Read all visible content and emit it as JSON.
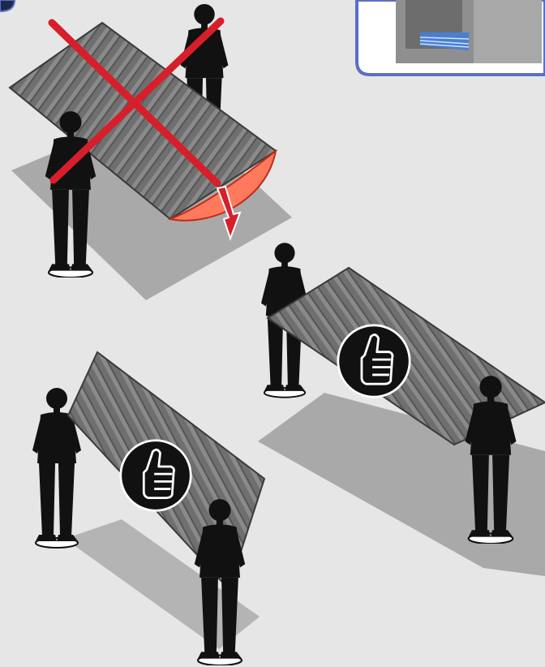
{
  "colors": {
    "background": "#e6e6e6",
    "shadow": "#a9a9a9",
    "sheet": "#6f6f6f",
    "person": "#111111",
    "cross": "#d61f2b",
    "bend_fill": "#ff7a5c",
    "inset_border": "#5a6fc4"
  },
  "panels": [
    {
      "name": "incorrect-flat-carry",
      "correct": false,
      "badge_icon": "red-x-cross"
    },
    {
      "name": "correct-tilted-carry",
      "correct": true,
      "badge_icon": "thumbs-up-icon"
    },
    {
      "name": "correct-vertical-carry",
      "correct": true,
      "badge_icon": "thumbs-up-icon"
    }
  ],
  "inset": {
    "icon": "stacked-sheets-icon"
  }
}
